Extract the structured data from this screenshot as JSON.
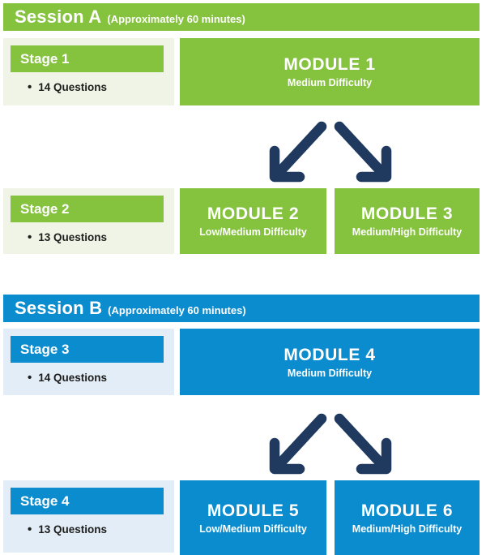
{
  "colors": {
    "green": "#85C23E",
    "green_light": "#EFF4E6",
    "blue": "#0A8CCF",
    "blue_light": "#E2EDF7",
    "navy": "#20395E",
    "text_dark": "#1D1D1B",
    "white": "#FFFFFF"
  },
  "sessions": [
    {
      "title": "Session A",
      "subtitle": "(Approximately 60 minutes)",
      "rows": [
        {
          "stage": {
            "label": "Stage 1",
            "questions": "14 Questions"
          },
          "modules": [
            {
              "title": "MODULE 1",
              "difficulty": "Medium Difficulty"
            }
          ]
        },
        {
          "stage": {
            "label": "Stage 2",
            "questions": "13 Questions"
          },
          "modules": [
            {
              "title": "MODULE 2",
              "difficulty": "Low/Medium Difficulty"
            },
            {
              "title": "MODULE 3",
              "difficulty": "Medium/High Difficulty"
            }
          ]
        }
      ]
    },
    {
      "title": "Session B",
      "subtitle": "(Approximately 60 minutes)",
      "rows": [
        {
          "stage": {
            "label": "Stage 3",
            "questions": "14 Questions"
          },
          "modules": [
            {
              "title": "MODULE 4",
              "difficulty": "Medium Difficulty"
            }
          ]
        },
        {
          "stage": {
            "label": "Stage 4",
            "questions": "13 Questions"
          },
          "modules": [
            {
              "title": "MODULE 5",
              "difficulty": "Low/Medium Difficulty"
            },
            {
              "title": "MODULE 6",
              "difficulty": "Medium/High Difficulty"
            }
          ]
        }
      ]
    }
  ]
}
